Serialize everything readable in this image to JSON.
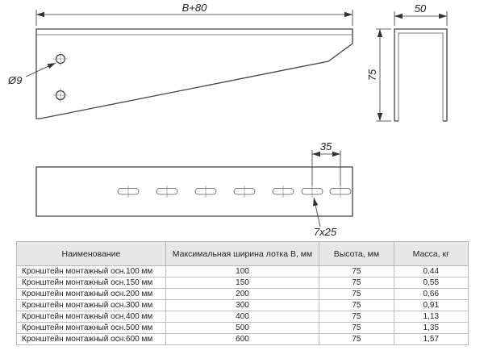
{
  "views": {
    "side": {
      "width_dim": "B+80",
      "hole_dia": "Ø9"
    },
    "end": {
      "width_dim": "50",
      "height_dim": "75"
    },
    "plan": {
      "pitch_dim": "35",
      "slot_size": "7x25"
    }
  },
  "table": {
    "headers": [
      "Наименование",
      "Максимальная ширина лотка B, мм",
      "Высота, мм",
      "Масса, кг"
    ],
    "rows": [
      [
        "Кронштейн монтажный осн.100 мм",
        "100",
        "75",
        "0,44"
      ],
      [
        "Кронштейн монтажный осн.150 мм",
        "150",
        "75",
        "0,55"
      ],
      [
        "Кронштейн монтажный осн.200 мм",
        "200",
        "75",
        "0,66"
      ],
      [
        "Кронштейн монтажный осн.300 мм",
        "300",
        "75",
        "0,91"
      ],
      [
        "Кронштейн монтажный осн.400 мм",
        "400",
        "75",
        "1,13"
      ],
      [
        "Кронштейн монтажный осн.500 мм",
        "500",
        "75",
        "1,35"
      ],
      [
        "Кронштейн монтажный осн.600 мм",
        "600",
        "75",
        "1,57"
      ]
    ]
  },
  "colors": {
    "line": "#444",
    "dim": "#333",
    "table_header_bg": "#e7e7e7",
    "table_border": "#bdbdbd"
  }
}
